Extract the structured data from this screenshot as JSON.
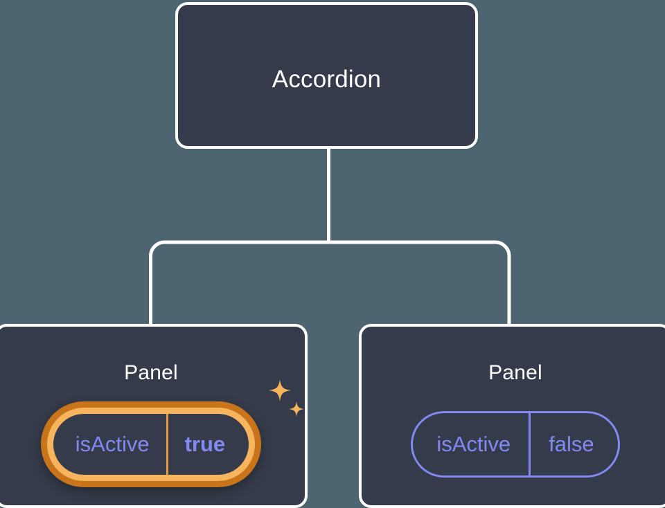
{
  "diagram": {
    "type": "component-tree",
    "background_color": "#4c6570",
    "node_fill_color": "#353b4a",
    "node_border_color": "#ffffff",
    "accent_color": "#8289f0",
    "highlight_outer_color": "#c8741a",
    "highlight_inner_color": "#f6b45c",
    "connector_color": "#ffffff"
  },
  "root": {
    "title": "Accordion"
  },
  "panels": [
    {
      "title": "Panel",
      "highlighted": true,
      "prop": {
        "name": "isActive",
        "value": "true"
      },
      "sparkle_large": "sparkle-icon",
      "sparkle_small": "sparkle-icon"
    },
    {
      "title": "Panel",
      "highlighted": false,
      "prop": {
        "name": "isActive",
        "value": "false"
      }
    }
  ]
}
